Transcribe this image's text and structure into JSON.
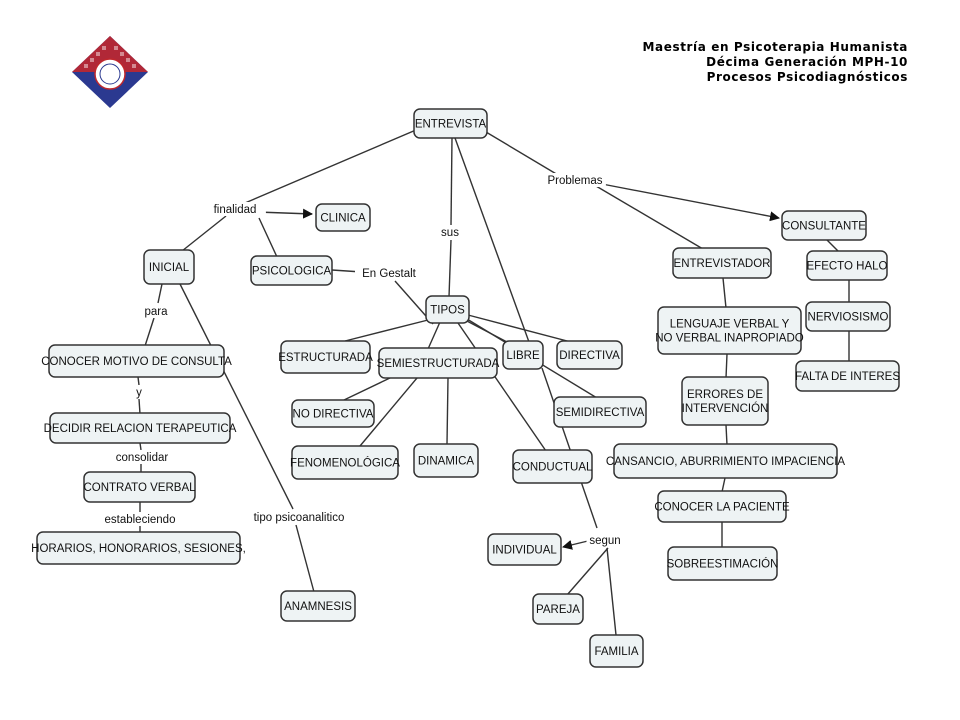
{
  "header": {
    "line1": "Maestría en Psicoterapia Humanista",
    "line2": "Décima Generación MPH-10",
    "line3": "Procesos Psicodiagnósticos"
  },
  "logo": {
    "name": "institute-logo",
    "colors": [
      "#c0272d",
      "#2b3990"
    ]
  },
  "nodes": [
    {
      "id": "entrevista",
      "lines": [
        "ENTREVISTA"
      ]
    },
    {
      "id": "clinica",
      "lines": [
        "CLINICA"
      ]
    },
    {
      "id": "inicial",
      "lines": [
        "INICIAL"
      ]
    },
    {
      "id": "psicologica",
      "lines": [
        "PSICOLOGICA"
      ]
    },
    {
      "id": "tipos",
      "lines": [
        "TIPOS"
      ]
    },
    {
      "id": "consultante",
      "lines": [
        "CONSULTANTE"
      ]
    },
    {
      "id": "entrevistador",
      "lines": [
        "ENTREVISTADOR"
      ]
    },
    {
      "id": "efecto-halo",
      "lines": [
        "EFECTO HALO"
      ]
    },
    {
      "id": "nerviosismo",
      "lines": [
        "NERVIOSISMO"
      ]
    },
    {
      "id": "falta-interes",
      "lines": [
        "FALTA DE INTERES"
      ]
    },
    {
      "id": "lenguaje",
      "lines": [
        "LENGUAJE VERBAL Y",
        "NO VERBAL INAPROPIADO"
      ]
    },
    {
      "id": "errores",
      "lines": [
        "ERRORES DE",
        "INTERVENCIÓN"
      ]
    },
    {
      "id": "cansancio",
      "lines": [
        "CANSANCIO, ABURRIMIENTO IMPACIENCIA"
      ]
    },
    {
      "id": "conocer-paciente",
      "lines": [
        "CONOCER LA PACIENTE"
      ]
    },
    {
      "id": "sobreestimacion",
      "lines": [
        "SOBREESTIMACIÓN"
      ]
    },
    {
      "id": "conocer-motivo",
      "lines": [
        "CONOCER MOTIVO DE CONSULTA"
      ]
    },
    {
      "id": "decidir",
      "lines": [
        "DECIDIR RELACION TERAPEUTICA"
      ]
    },
    {
      "id": "contrato",
      "lines": [
        "CONTRATO VERBAL"
      ]
    },
    {
      "id": "horarios",
      "lines": [
        "HORARIOS, HONORARIOS, SESIONES,"
      ]
    },
    {
      "id": "anamnesis",
      "lines": [
        "ANAMNESIS"
      ]
    },
    {
      "id": "estructurada",
      "lines": [
        "ESTRUCTURADA"
      ]
    },
    {
      "id": "semiestructurada",
      "lines": [
        "SEMIESTRUCTURADA"
      ]
    },
    {
      "id": "libre",
      "lines": [
        "LIBRE"
      ]
    },
    {
      "id": "directiva",
      "lines": [
        "DIRECTIVA"
      ]
    },
    {
      "id": "no-directiva",
      "lines": [
        "NO DIRECTIVA"
      ]
    },
    {
      "id": "semidirectiva",
      "lines": [
        "SEMIDIRECTIVA"
      ]
    },
    {
      "id": "fenomenologica",
      "lines": [
        "FENOMENOLÓGICA"
      ]
    },
    {
      "id": "dinamica",
      "lines": [
        "DINAMICA"
      ]
    },
    {
      "id": "conductual",
      "lines": [
        "CONDUCTUAL"
      ]
    },
    {
      "id": "individual",
      "lines": [
        "INDIVIDUAL"
      ]
    },
    {
      "id": "pareja",
      "lines": [
        "PAREJA"
      ]
    },
    {
      "id": "familia",
      "lines": [
        "FAMILIA"
      ]
    }
  ],
  "linking_phrases": [
    {
      "id": "finalidad",
      "text": "finalidad"
    },
    {
      "id": "sus",
      "text": "sus"
    },
    {
      "id": "problemas",
      "text": "Problemas"
    },
    {
      "id": "para",
      "text": "para"
    },
    {
      "id": "y",
      "text": "y"
    },
    {
      "id": "consolidar",
      "text": "consolidar"
    },
    {
      "id": "estableciendo",
      "text": "estableciendo"
    },
    {
      "id": "en-gestalt",
      "text": "En Gestalt"
    },
    {
      "id": "tipo-psicoanalitico",
      "text": "tipo psicoanalitico"
    },
    {
      "id": "segun",
      "text": "segun"
    }
  ],
  "edges": [
    {
      "from": "entrevista",
      "to": "finalidad"
    },
    {
      "from": "finalidad",
      "to": "clinica",
      "arrow": true
    },
    {
      "from": "finalidad",
      "to": "inicial"
    },
    {
      "from": "finalidad",
      "to": "psicologica"
    },
    {
      "from": "entrevista",
      "to": "sus"
    },
    {
      "from": "sus",
      "to": "tipos"
    },
    {
      "from": "entrevista",
      "to": "libre"
    },
    {
      "from": "entrevista",
      "to": "problemas"
    },
    {
      "from": "problemas",
      "to": "consultante",
      "arrow": true
    },
    {
      "from": "problemas",
      "to": "entrevistador"
    },
    {
      "from": "consultante",
      "to": "efecto-halo"
    },
    {
      "from": "efecto-halo",
      "to": "nerviosismo"
    },
    {
      "from": "nerviosismo",
      "to": "falta-interes"
    },
    {
      "from": "entrevistador",
      "to": "lenguaje"
    },
    {
      "from": "lenguaje",
      "to": "errores"
    },
    {
      "from": "errores",
      "to": "cansancio"
    },
    {
      "from": "cansancio",
      "to": "conocer-paciente"
    },
    {
      "from": "conocer-paciente",
      "to": "sobreestimacion"
    },
    {
      "from": "inicial",
      "to": "para"
    },
    {
      "from": "para",
      "to": "conocer-motivo"
    },
    {
      "from": "conocer-motivo",
      "to": "y"
    },
    {
      "from": "y",
      "to": "decidir"
    },
    {
      "from": "decidir",
      "to": "consolidar"
    },
    {
      "from": "consolidar",
      "to": "contrato"
    },
    {
      "from": "contrato",
      "to": "estableciendo"
    },
    {
      "from": "estableciendo",
      "to": "horarios"
    },
    {
      "from": "inicial",
      "to": "tipo-psicoanalitico"
    },
    {
      "from": "tipo-psicoanalitico",
      "to": "anamnesis"
    },
    {
      "from": "psicologica",
      "to": "en-gestalt"
    },
    {
      "from": "en-gestalt",
      "to": "tipos"
    },
    {
      "from": "tipos",
      "to": "estructurada"
    },
    {
      "from": "tipos",
      "to": "semiestructurada"
    },
    {
      "from": "tipos",
      "to": "libre"
    },
    {
      "from": "tipos",
      "to": "directiva"
    },
    {
      "from": "tipos",
      "to": "semidirectiva"
    },
    {
      "from": "tipos",
      "to": "conductual"
    },
    {
      "from": "semiestructurada",
      "to": "no-directiva"
    },
    {
      "from": "semiestructurada",
      "to": "fenomenologica"
    },
    {
      "from": "semiestructurada",
      "to": "dinamica"
    },
    {
      "from": "libre",
      "to": "segun"
    },
    {
      "from": "segun",
      "to": "individual",
      "arrow": true
    },
    {
      "from": "segun",
      "to": "pareja"
    },
    {
      "from": "segun",
      "to": "familia"
    }
  ]
}
